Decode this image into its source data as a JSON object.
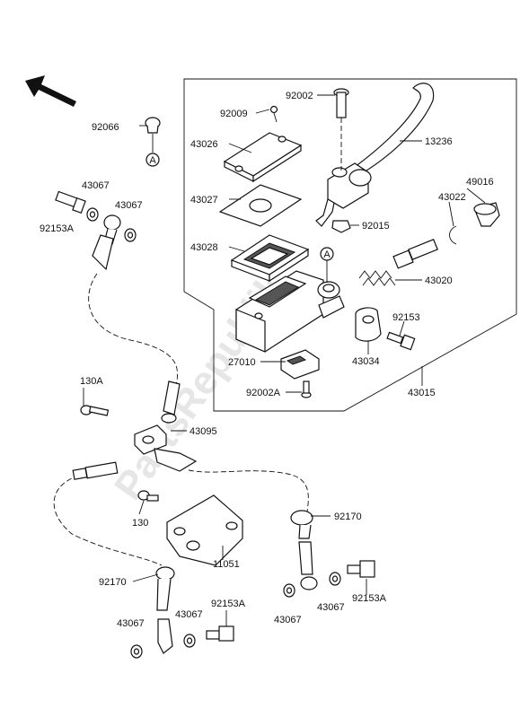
{
  "watermark": "PartsRepublik",
  "ref_marker": "A",
  "labels": {
    "p92066": "92066",
    "p43067_a": "43067",
    "p92153A_a": "92153A",
    "p43067_b": "43067",
    "p92002": "92002",
    "p92009": "92009",
    "p43026": "43026",
    "p43027": "43027",
    "p43028": "43028",
    "p13236": "13236",
    "p49016": "49016",
    "p43022": "43022",
    "p92015": "92015",
    "p43020": "43020",
    "p92153": "92153",
    "p27010": "27010",
    "p43034": "43034",
    "p92002A": "92002A",
    "p43015": "43015",
    "p130A": "130A",
    "p43095": "43095",
    "p130": "130",
    "p11051": "11051",
    "p92170_a": "92170",
    "p92170_b": "92170",
    "p92153A_b": "92153A",
    "p43067_c": "43067",
    "p92153A_c": "92153A",
    "p43067_d": "43067",
    "p43067_e": "43067",
    "p43067_f": "43067"
  }
}
